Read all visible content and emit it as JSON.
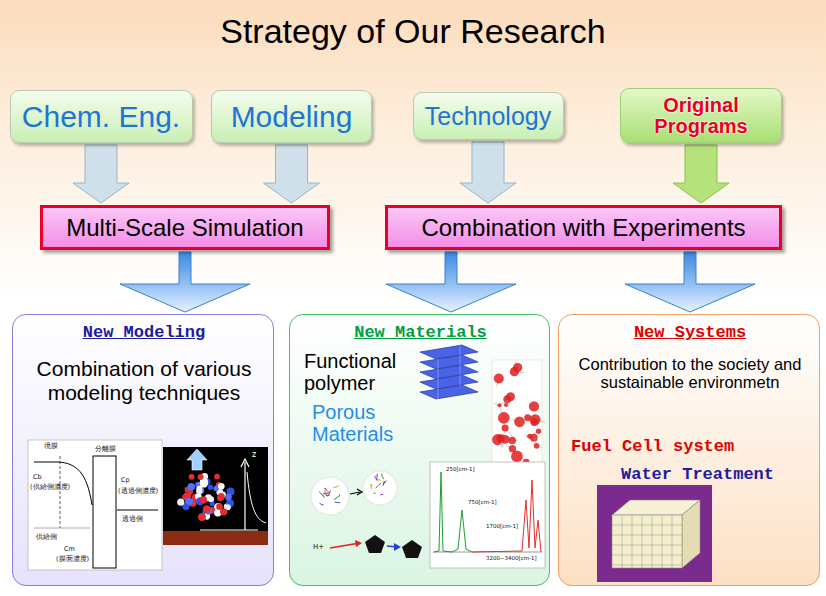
{
  "diagram": {
    "title": "Strategy of Our Research",
    "nodes": [
      {
        "text": [
          "Chem. Eng."
        ]
      },
      {
        "text": [
          "Modeling"
        ]
      },
      {
        "text": [
          "Technology"
        ]
      },
      {
        "text": [
          "Original Programs"
        ]
      },
      {
        "text": [
          "Multi-Scale Simulation"
        ]
      },
      {
        "text": [
          "Combination with Experiments"
        ]
      },
      {
        "text": [
          "New Modeling",
          "Combination of various modeling techniques"
        ]
      },
      {
        "text": [
          "New Materials",
          "Functional polymer",
          "Porous Materials"
        ]
      },
      {
        "text": [
          "New Systems",
          "Contribution to the society and sustainable environmetn",
          "Fuel Cell system",
          "Water Treatment"
        ]
      }
    ],
    "edges": [
      {
        "from": 0,
        "to": 4,
        "arrow": "to"
      },
      {
        "from": 1,
        "to": 4,
        "arrow": "to"
      },
      {
        "from": 2,
        "to": 5,
        "arrow": "to"
      },
      {
        "from": 3,
        "to": 5,
        "arrow": "to"
      },
      {
        "from": 4,
        "to": 6,
        "arrow": "to"
      },
      {
        "from": 5,
        "to": 7,
        "arrow": "to"
      },
      {
        "from": 5,
        "to": 8,
        "arrow": "to"
      }
    ],
    "labels": [
      "境膜",
      "分離膜",
      "Cb",
      "(供給側濃度)",
      "Cp",
      "(透過側濃度)",
      "透過側",
      "供給側",
      "Cm",
      "(膜面濃度)",
      "z",
      "H+",
      "250[cm-1]",
      "750[cm-1]",
      "1700[cm-1]",
      "3200~3400[cm-1]"
    ]
  }
}
